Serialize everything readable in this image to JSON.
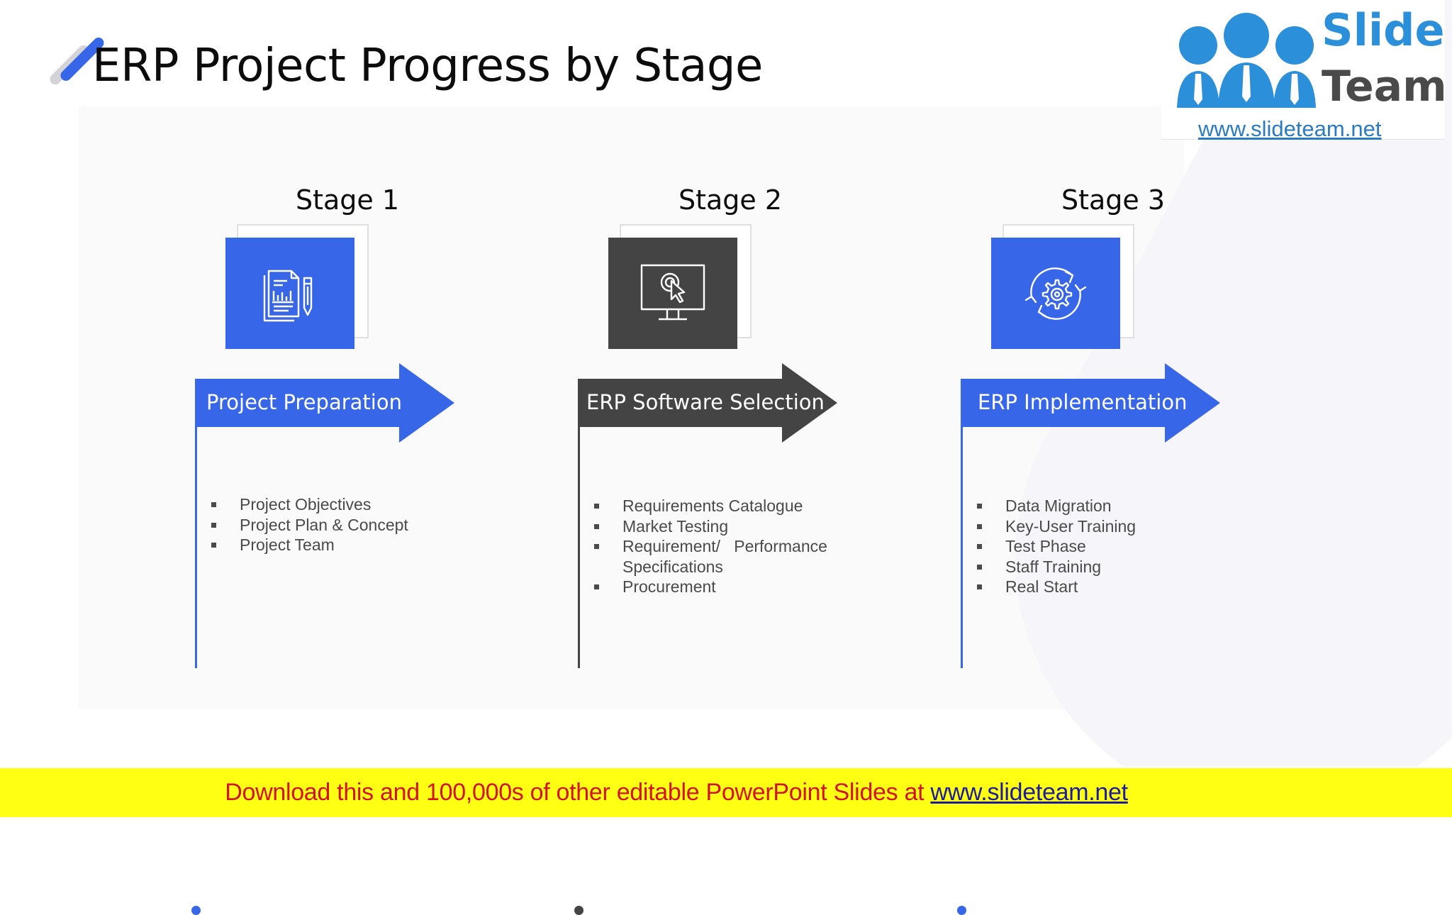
{
  "slide": {
    "title": "ERP Project Progress by Stage"
  },
  "logo": {
    "word1": "Slide",
    "word2": "Team",
    "url": "www.slideteam.net"
  },
  "stages": [
    {
      "stage_label": "Stage 1",
      "icon": "document-report-pen-icon",
      "tile_color": "#3766e8",
      "arrow_color": "#3766e8",
      "arrow_label": "Project Preparation",
      "items": [
        "Project Objectives",
        "Project Plan & Concept",
        "Project Team"
      ]
    },
    {
      "stage_label": "Stage 2",
      "icon": "monitor-click-icon",
      "tile_color": "#444444",
      "arrow_color": "#444444",
      "arrow_label": "ERP Software Selection",
      "items": [
        "Requirements Catalogue",
        "Market Testing",
        "Requirement/   Performance",
        "Specifications",
        "Procurement"
      ]
    },
    {
      "stage_label": "Stage 3",
      "icon": "gear-refresh-icon",
      "tile_color": "#3766e8",
      "arrow_color": "#3766e8",
      "arrow_label": "ERP Implementation",
      "items": [
        "Data Migration",
        "Key-User Training",
        "Test Phase",
        "Staff Training",
        "Real Start"
      ]
    }
  ],
  "footer": {
    "text": "Download this and 100,000s of other editable PowerPoint Slides at ",
    "link": "www.slideteam.net"
  }
}
